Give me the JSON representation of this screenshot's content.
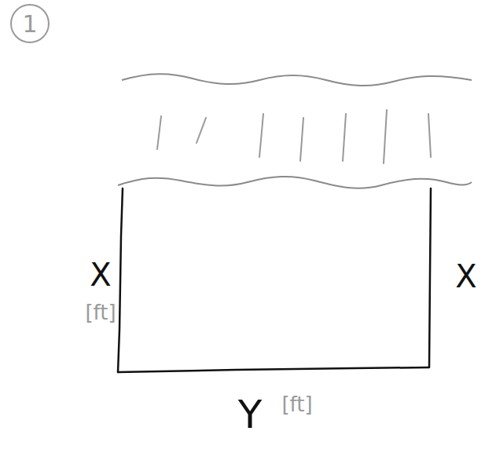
{
  "diagram": {
    "labels": [
      "1",
      "X",
      "[ft]",
      "X",
      "Y",
      "[ft]"
    ]
  }
}
